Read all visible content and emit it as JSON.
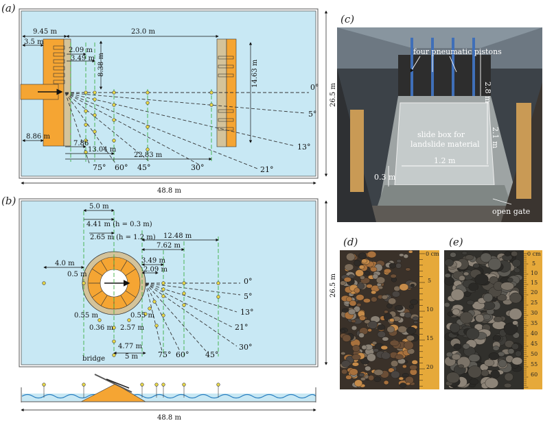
{
  "panels": {
    "a": "(a)",
    "b": "(b)",
    "c": "(c)",
    "d": "(d)",
    "e": "(e)"
  },
  "panel_a": {
    "dims": [
      "9.45 m",
      "23.0 m",
      "3.5 m",
      "2.09 m",
      "3.49 m",
      "8.38 m",
      "14.63 m",
      "8.86 m",
      "7.86",
      "13.04 m",
      "22.83 m",
      "26.5 m",
      "48.8 m"
    ],
    "angles": [
      "0°",
      "5°",
      "13°",
      "21°",
      "30°",
      "45°",
      "60°",
      "75°"
    ]
  },
  "panel_b": {
    "dims": [
      "5.0 m",
      "4.41 m (h = 0.3 m)",
      "2.65 m (h = 1.2 m)",
      "12.48 m",
      "7.62 m",
      "3.49 m",
      "2.09 m",
      "4.0 m",
      "0.5 m",
      "0.55 m",
      "0.36 m",
      "0.55 m",
      "2.57 m",
      "4.77 m",
      "5 m",
      "26.5 m",
      "48.8 m"
    ],
    "bridge": "bridge",
    "angles": [
      "0°",
      "5°",
      "13°",
      "21°",
      "30°",
      "45°",
      "60°",
      "75°"
    ]
  },
  "panel_c": {
    "labels": [
      "four pneumatic pistons",
      "slide box for",
      "landslide material",
      "1.2 m",
      "0.3 m",
      "2.8 m",
      "2.1 m",
      "open gate"
    ]
  },
  "panel_d": {
    "ruler": [
      "0 cm",
      "5",
      "10",
      "15",
      "20"
    ]
  },
  "panel_e": {
    "ruler": [
      "0 cm",
      "5",
      "10",
      "15",
      "20",
      "25",
      "30",
      "35",
      "40",
      "45",
      "50",
      "55",
      "60"
    ]
  },
  "colors": {
    "water": "#c8e8f4",
    "slide": "#f5a533",
    "ramp": "#d4c39a",
    "gauge": "#e8d84a",
    "ruler": "#e6a93a"
  }
}
